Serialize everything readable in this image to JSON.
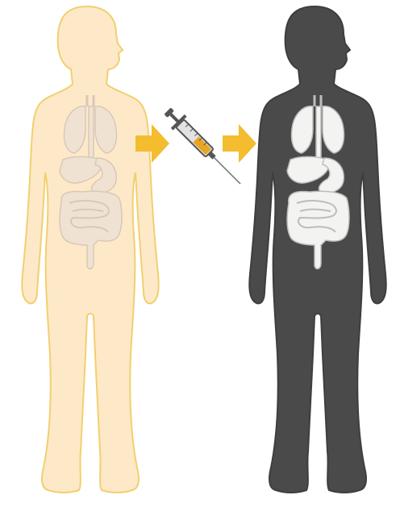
{
  "figure": {
    "panels": [
      {
        "id": "before",
        "body_fill": "#fde9c8",
        "body_stroke": "#f2cf70",
        "organ_fill": "#f0e2d2",
        "organ_stroke": "#d8c8b8"
      },
      {
        "id": "after",
        "body_fill": "#4a4a4a",
        "body_stroke": "#3e3e3e",
        "organ_fill": "#f3f3f1",
        "organ_stroke": "#bdbdbd"
      }
    ],
    "arrow_color": "#f3bd2f",
    "syringe": {
      "barrel_color": "#e2e2e2",
      "liquid_color": "#e8a521",
      "plunger_color": "#555555"
    },
    "icons": [
      "human-body-silhouette",
      "lungs-icon",
      "liver-icon",
      "stomach-icon",
      "intestines-icon",
      "arrow-right-icon",
      "syringe-icon"
    ]
  }
}
